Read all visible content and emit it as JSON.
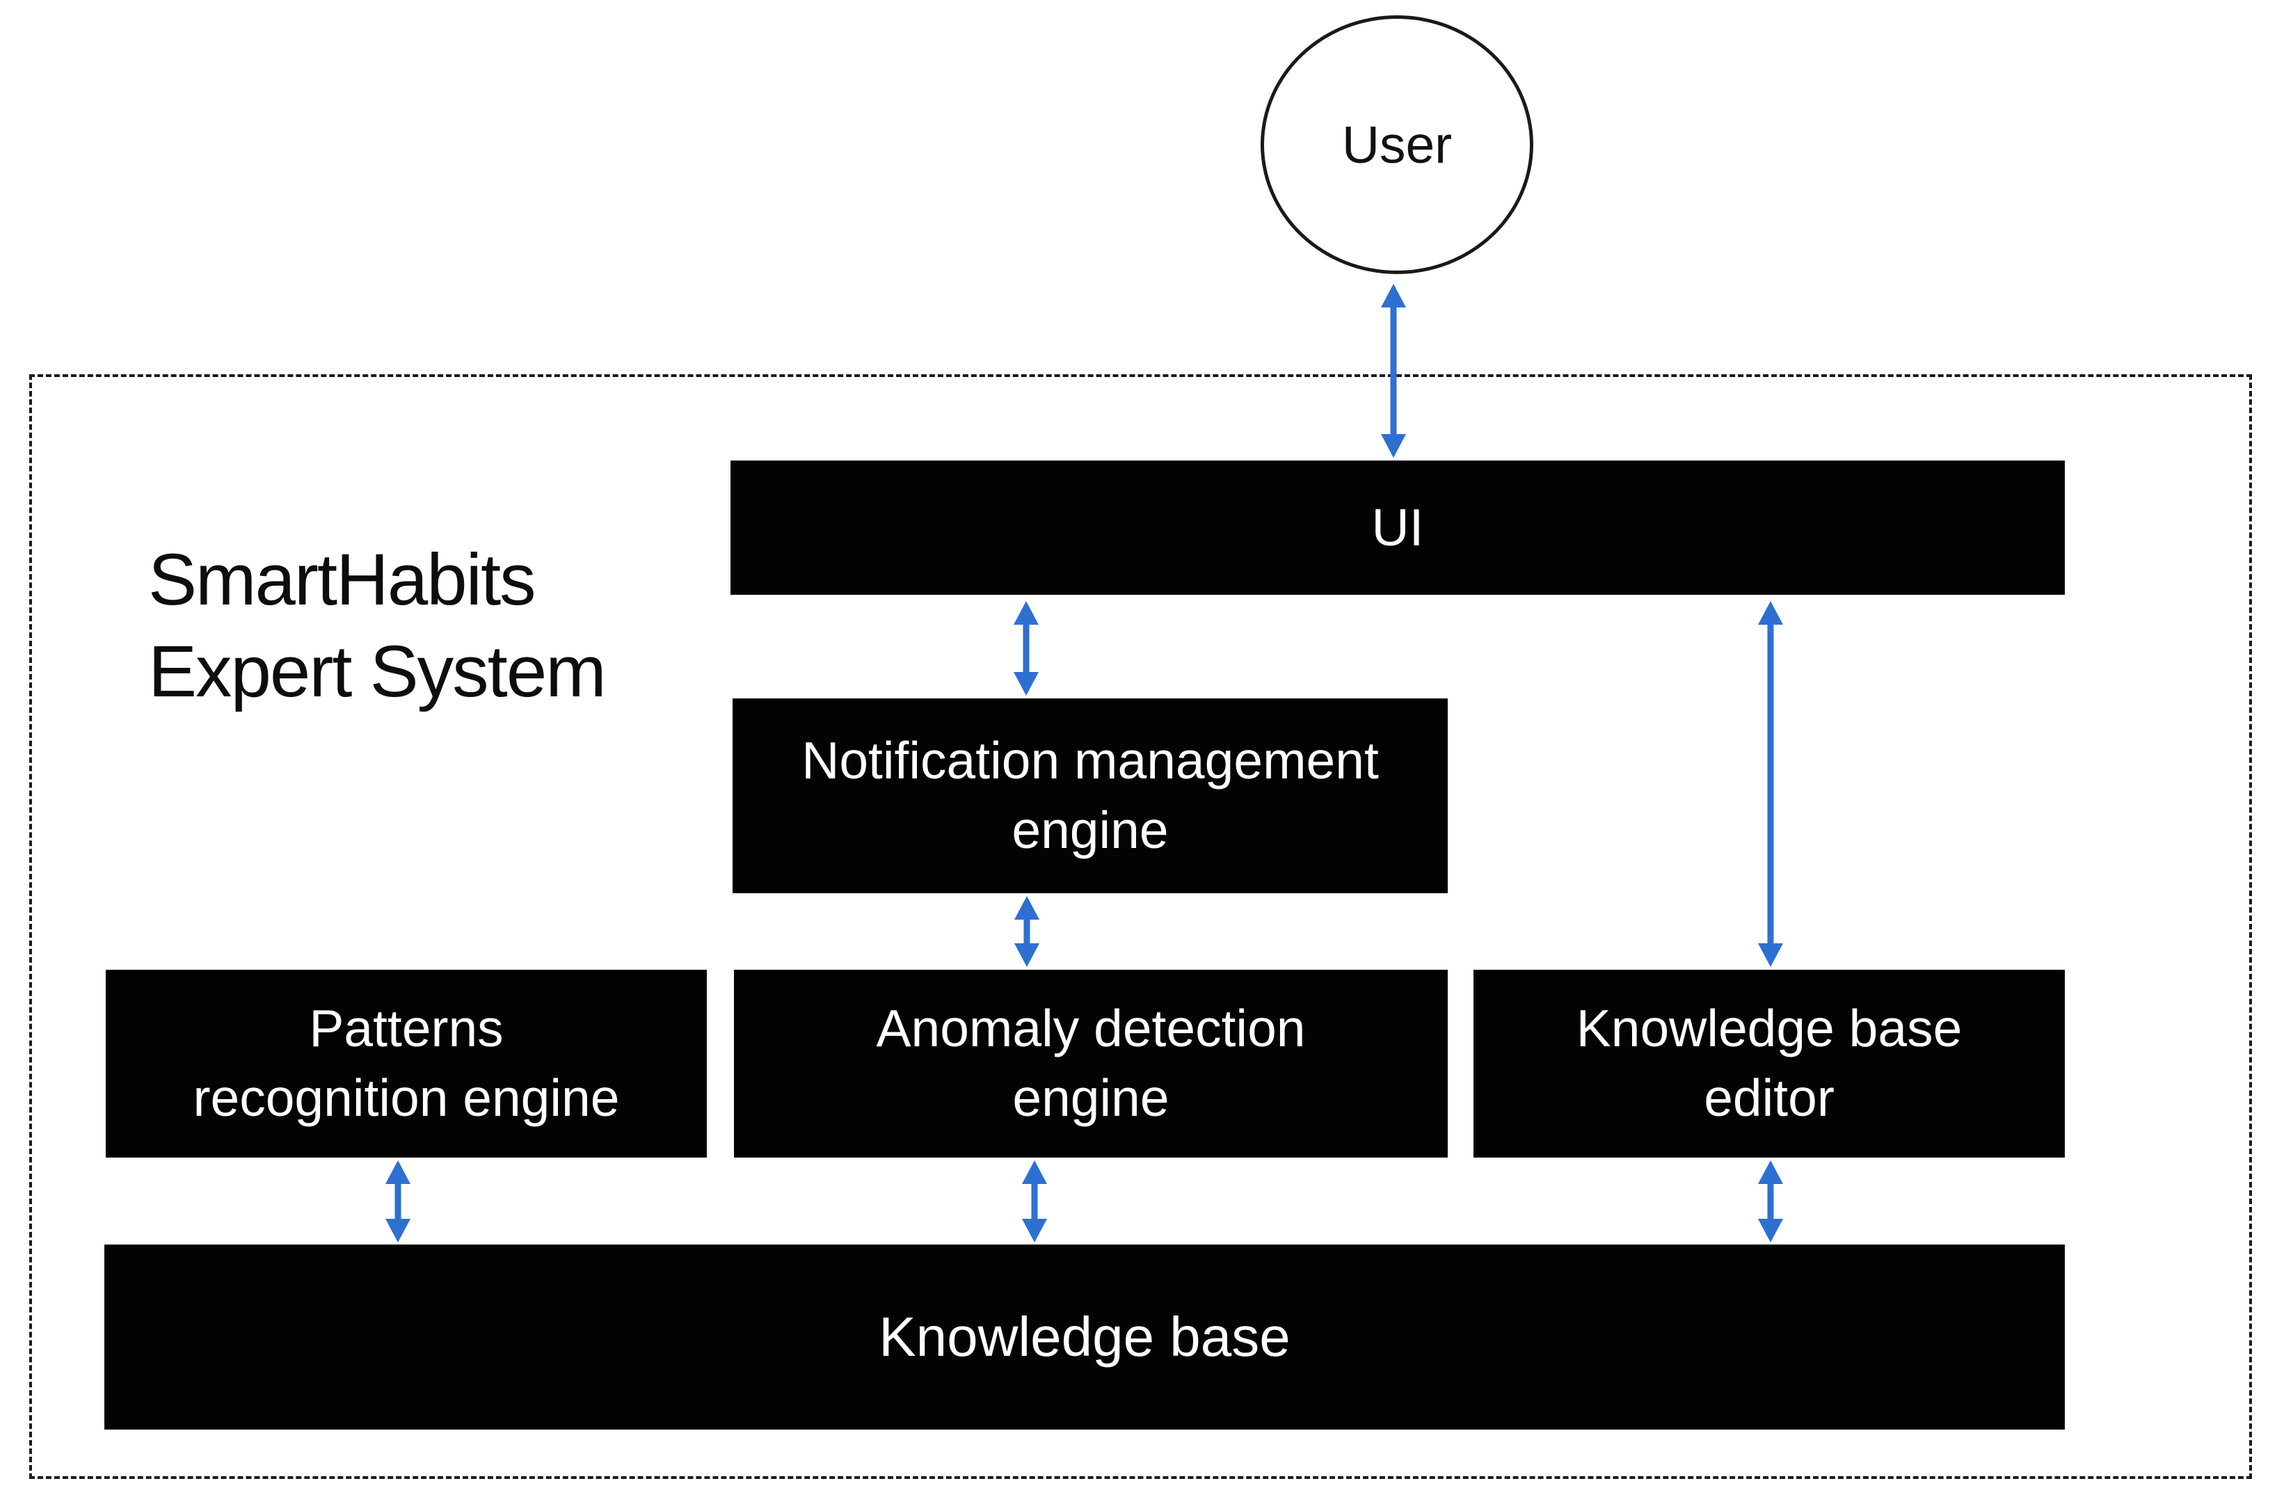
{
  "diagram": {
    "actor": {
      "label": "User"
    },
    "title": "SmartHabits\nExpert System",
    "nodes": {
      "ui": {
        "label": "UI"
      },
      "notification": {
        "label": "Notification management\nengine"
      },
      "patterns": {
        "label": "Patterns\nrecognition engine"
      },
      "anomaly": {
        "label": "Anomaly detection\nengine"
      },
      "kb_editor": {
        "label": "Knowledge base\neditor"
      },
      "knowledge_base": {
        "label": "Knowledge base"
      }
    },
    "connections": [
      "User - UI",
      "UI - Notification management engine",
      "Notification management engine - Anomaly detection engine",
      "UI - Knowledge base editor",
      "Patterns recognition engine - Knowledge base",
      "Anomaly detection engine - Knowledge base",
      "Knowledge base editor - Knowledge base"
    ],
    "colors": {
      "arrow": "#2e70d2",
      "node_bg": "#030303",
      "node_text": "#ffffff",
      "line": "#1a1a1a"
    }
  }
}
